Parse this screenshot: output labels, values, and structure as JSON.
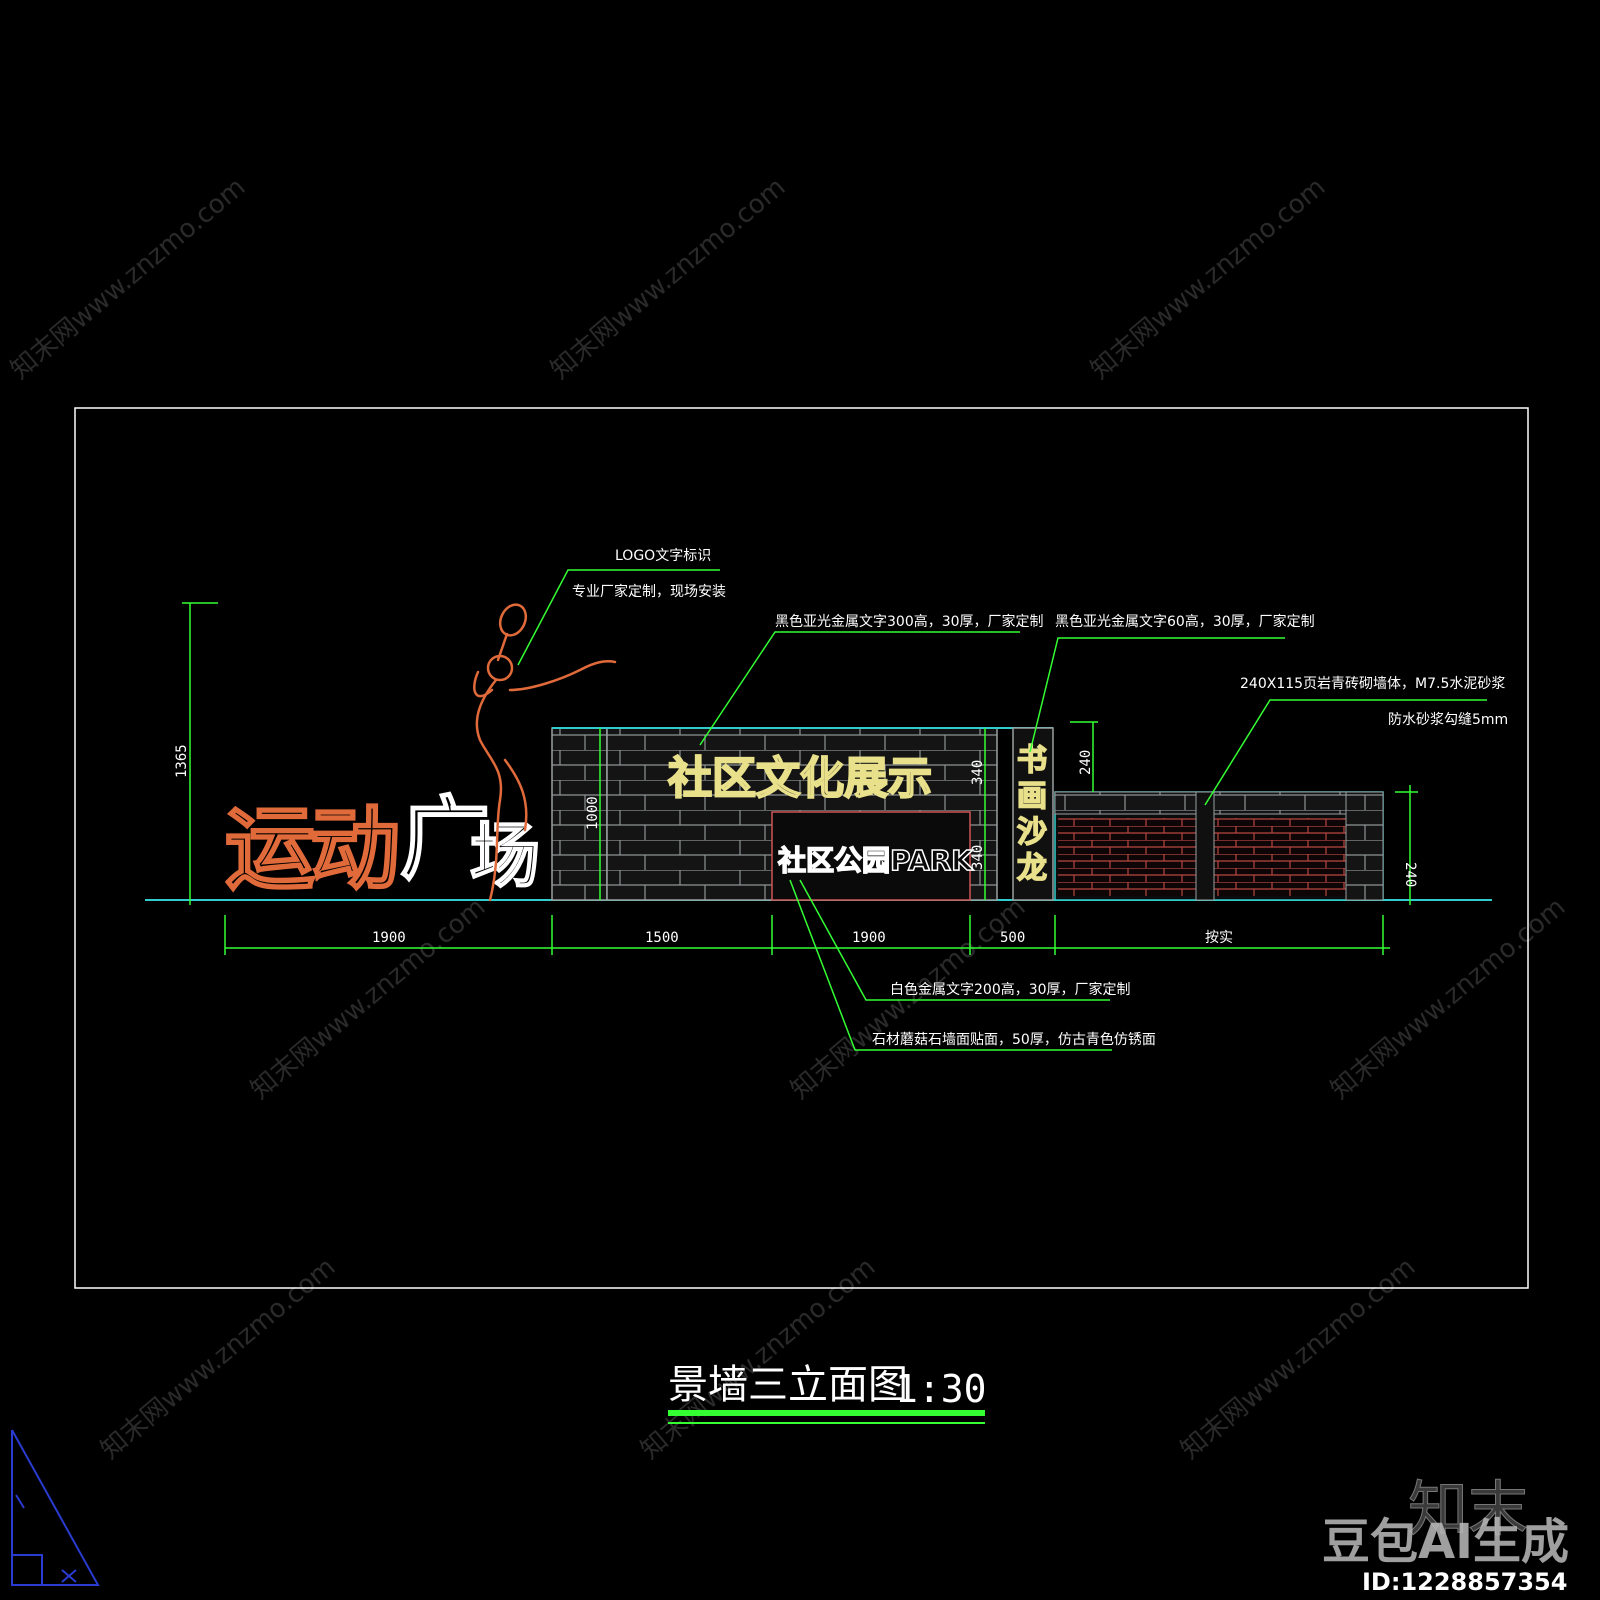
{
  "drawing": {
    "title": "景墙三立面图",
    "scale": "1:30",
    "colors": {
      "background": "#000000",
      "frame": "#ffffff",
      "dimension": "#33ff33",
      "leader": "#33ff33",
      "ground": "#33cccc",
      "stone": "#9aa0a0",
      "brick": "#c0504d",
      "glow_text": "#e8e08a",
      "orange": "#e06a3a"
    }
  },
  "signage": {
    "sport_chars": [
      "运",
      "动",
      "广",
      "场"
    ],
    "main_sign": "社区文化展示",
    "park_sign": "社区公园PARK",
    "side_sign": [
      "书",
      "画",
      "沙",
      "龙"
    ]
  },
  "dimensions": {
    "height_total": "1365",
    "wall_height": "1000",
    "side_upper": "340",
    "side_lower": "340",
    "fence_top": "240",
    "fence_height": "240",
    "spans": [
      "1900",
      "1500",
      "1900",
      "500",
      "按实"
    ]
  },
  "annotations": {
    "logo_1": "LOGO文字标识",
    "logo_2": "专业厂家定制，现场安装",
    "main_text": "黑色亚光金属文字300高，30厚，厂家定制",
    "side_text": "黑色亚光金属文字60高，30厚，厂家定制",
    "brick_1": "240X115页岩青砖砌墙体，M7.5水泥砂浆",
    "brick_2": "防水砂浆勾缝5mm",
    "park_text": "白色金属文字200高，30厚，厂家定制",
    "stone_text": "石材蘑菇石墙面贴面，50厚，仿古青色仿锈面"
  },
  "watermarks": {
    "site": "知末网www.znzmo.com",
    "brand": "知末",
    "ai_tag": "豆包AI生成",
    "id": "ID:1228857354"
  }
}
